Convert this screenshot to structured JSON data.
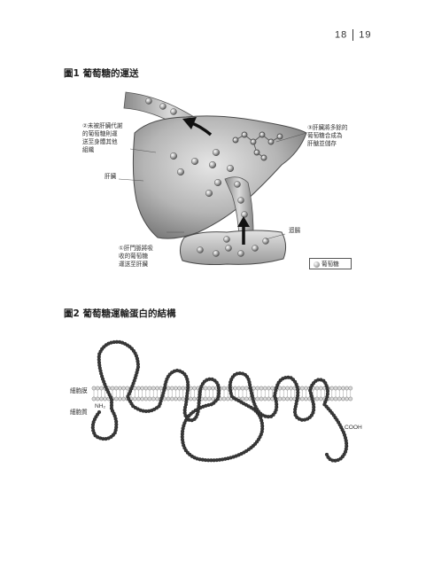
{
  "page": {
    "left_num": "18",
    "right_num": "19"
  },
  "figure1": {
    "title": "圖1 葡萄糖的運送",
    "label_unmetabolized": [
      "②未被肝臟代謝",
      "的葡萄糖則運",
      "送至身體其他",
      "組織"
    ],
    "label_glycogen": [
      "③肝臟將多餘的",
      "葡萄糖合成為",
      "肝醣並儲存"
    ],
    "label_liver": "肝臟",
    "label_intestine": "迴腸",
    "label_portal_vein": [
      "①肝門脈將吸",
      "收的葡萄糖",
      "運送至肝臟"
    ],
    "legend_text": "葡萄糖"
  },
  "figure2": {
    "title": "圖2 葡萄糖運輸蛋白的結構",
    "label_membrane": "細胞膜",
    "label_cytoplasm": "細胞質",
    "label_nh2": "NH₂",
    "label_cooh": "COOH"
  }
}
